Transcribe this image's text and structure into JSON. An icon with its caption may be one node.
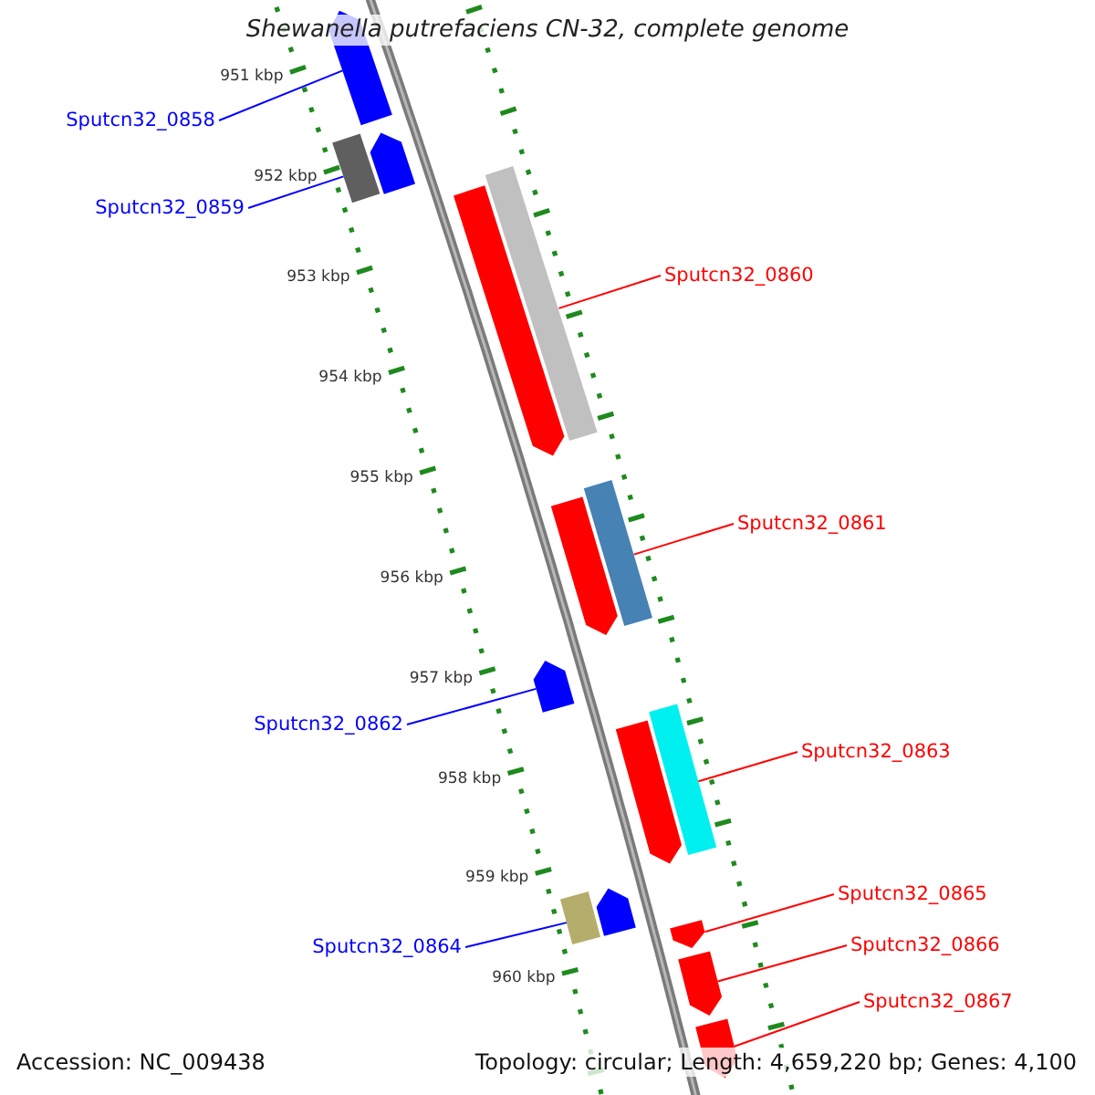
{
  "diagram": {
    "title": "Shewanella putrefaciens CN-32, complete genome",
    "nodes": [
      {
        "text": [
          "Sputcn32_0858"
        ]
      },
      {
        "text": [],
        "shape": "arrow"
      },
      {
        "text": [
          "Sputcn32_0859"
        ]
      },
      {
        "text": [],
        "shape": "arrow"
      },
      {
        "text": [
          "Sputcn32_0860"
        ]
      },
      {
        "text": [],
        "shape": "arrow"
      },
      {
        "text": [
          "Sputcn32_0861"
        ]
      },
      {
        "text": [],
        "shape": "arrow"
      },
      {
        "text": [
          "Sputcn32_0862"
        ]
      },
      {
        "text": [],
        "shape": "arrow"
      },
      {
        "text": [
          "Sputcn32_0863"
        ]
      },
      {
        "text": [],
        "shape": "arrow"
      },
      {
        "text": [
          "Sputcn32_0864"
        ]
      },
      {
        "text": [],
        "shape": "arrow"
      },
      {
        "text": [
          "Sputcn32_0865"
        ]
      },
      {
        "text": [],
        "shape": "arrow"
      },
      {
        "text": [
          "Sputcn32_0866"
        ]
      },
      {
        "text": [],
        "shape": "arrow"
      },
      {
        "text": [
          "Sputcn32_0867"
        ]
      },
      {
        "text": [],
        "shape": "arrow"
      }
    ],
    "edges": [
      {
        "from": 0,
        "to": 1,
        "arrow": "none",
        "color": "#0000ff"
      },
      {
        "from": 2,
        "to": 3,
        "arrow": "none",
        "color": "#0000ff"
      },
      {
        "from": 4,
        "to": 5,
        "arrow": "none"
      },
      {
        "from": 6,
        "to": 7,
        "arrow": "none"
      },
      {
        "from": 8,
        "to": 9,
        "arrow": "none",
        "color": "#0000ff"
      },
      {
        "from": 10,
        "to": 11,
        "arrow": "none"
      },
      {
        "from": 12,
        "to": 13,
        "arrow": "none",
        "color": "#0000ff"
      },
      {
        "from": 14,
        "to": 15,
        "arrow": "none"
      },
      {
        "from": 16,
        "to": 17,
        "arrow": "none"
      },
      {
        "from": 18,
        "to": 19,
        "arrow": "none"
      }
    ],
    "labels": [
      "951 kbp",
      "952 kbp",
      "953 kbp",
      "954 kbp",
      "955 kbp",
      "956 kbp",
      "957 kbp",
      "958 kbp",
      "959 kbp",
      "960 kbp",
      "Accession: NC_009438",
      "Topology: circular; Length: 4,659,220 bp; Genes: 4,100"
    ]
  }
}
